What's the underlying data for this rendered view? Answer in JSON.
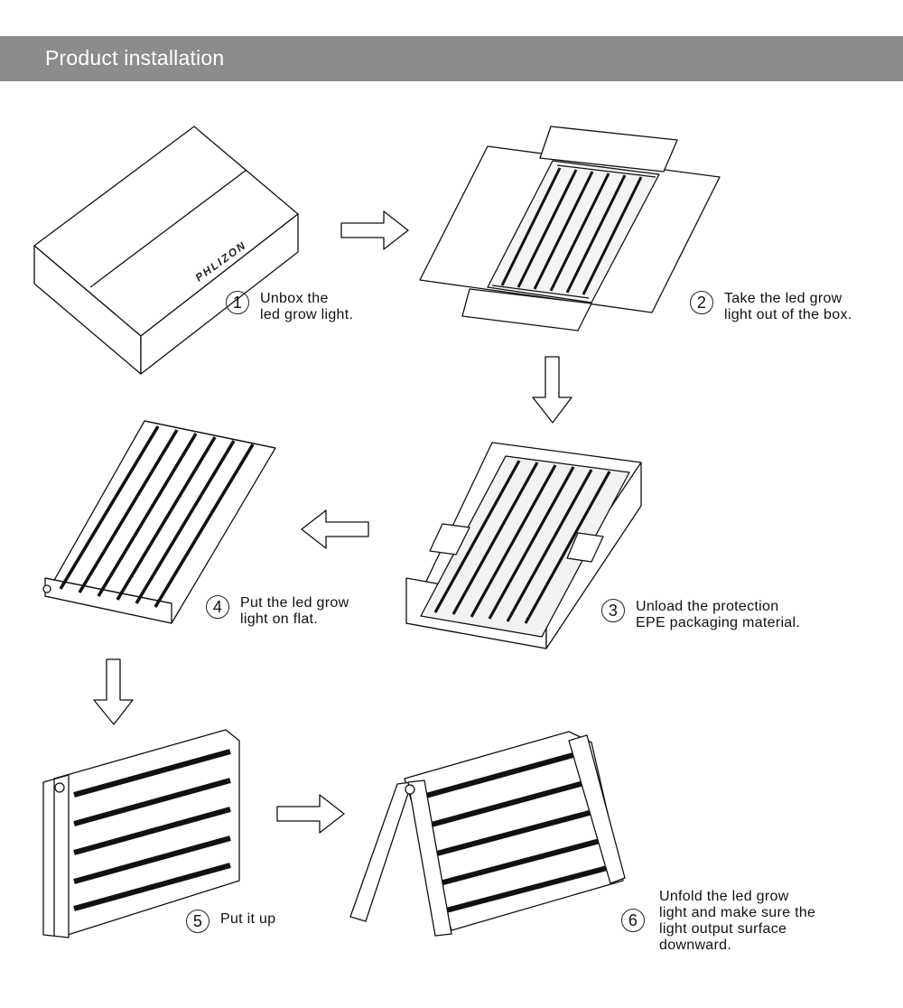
{
  "header": {
    "title": "Product installation"
  },
  "box_brand": "PHLIZON",
  "steps": [
    {
      "num": "1",
      "lines": [
        "Unbox the",
        "led grow light."
      ]
    },
    {
      "num": "2",
      "lines": [
        "Take the led grow",
        "light out of the box."
      ]
    },
    {
      "num": "3",
      "lines": [
        "Unload the protection",
        "EPE packaging material."
      ]
    },
    {
      "num": "4",
      "lines": [
        "Put the led grow",
        "light on flat."
      ]
    },
    {
      "num": "5",
      "lines": [
        "Put it up"
      ]
    },
    {
      "num": "6",
      "lines": [
        "Unfold the led grow",
        "light and make sure the",
        "light output surface",
        "downward."
      ]
    }
  ]
}
